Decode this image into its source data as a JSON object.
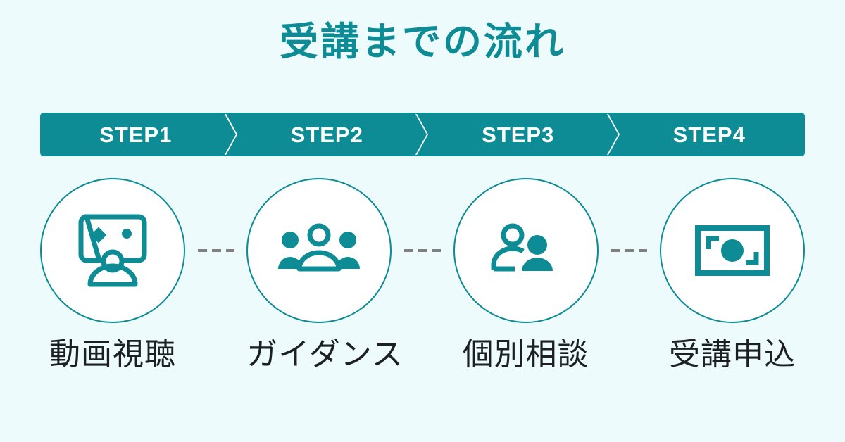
{
  "page": {
    "title": "受講までの流れ",
    "background_color": "#edfbfd",
    "accent_color": "#0d8c96",
    "label_color": "#1c2024",
    "connector_color": "#808080"
  },
  "steps": [
    {
      "step_label": "STEP1",
      "name": "動画視聴",
      "icon": "monitor-person-icon"
    },
    {
      "step_label": "STEP2",
      "name": "ガイダンス",
      "icon": "people-group-icon"
    },
    {
      "step_label": "STEP3",
      "name": "個別相談",
      "icon": "two-people-icon"
    },
    {
      "step_label": "STEP4",
      "name": "受講申込",
      "icon": "banknote-icon"
    }
  ],
  "separators": {
    "step_bar_divider_icon": "chevron-right-icon",
    "connector_icon": "dashed-line-icon"
  }
}
